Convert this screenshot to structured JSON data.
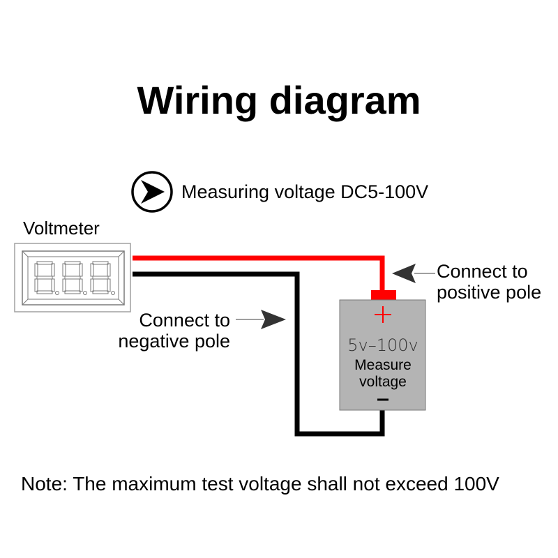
{
  "title": "Wiring diagram",
  "spec": {
    "icon": "play-arrow-circle-icon",
    "text": "Measuring voltage DC5-100V"
  },
  "voltmeter": {
    "label": "Voltmeter",
    "display_digits": "8.8.8."
  },
  "labels": {
    "positive": [
      "Connect to",
      "positive pole"
    ],
    "negative": [
      "Connect to",
      "negative pole"
    ]
  },
  "source": {
    "plus_symbol": "+",
    "range": "5v–100v",
    "measure": [
      "Measure",
      "voltage"
    ],
    "minus_symbol": "–"
  },
  "colors": {
    "positive_wire": "#ff0000",
    "negative_wire": "#000000",
    "source_fill": "#b4b4b4",
    "arrow": "#333333"
  },
  "note": "Note: The maximum test voltage shall not exceed 100V"
}
